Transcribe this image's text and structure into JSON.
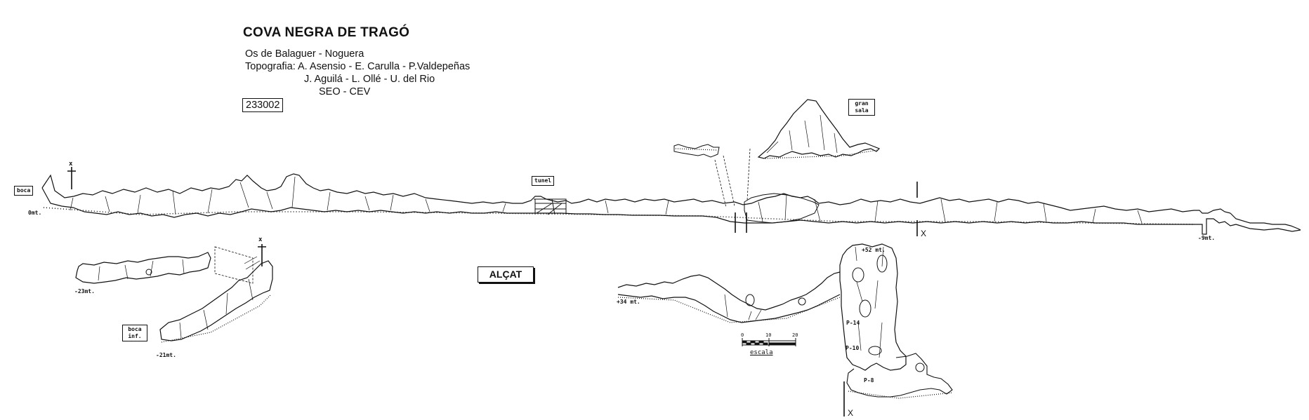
{
  "header": {
    "title": "COVA NEGRA DE TRAGÓ",
    "location": "Os de Balaguer  - Noguera",
    "topography_line1": "Topografia: A. Asensio - E. Carulla - P.Valdepeñas",
    "topography_line2": "J. Aguilá - L. Ollé - U. del Rio",
    "topography_line3": "SEO - CEV",
    "catalog_code": "233002"
  },
  "labels": {
    "boca": "boca",
    "tunel": "tunel",
    "gran_sala_1": "gran",
    "gran_sala_2": "sala",
    "boca_inf_1": "boca",
    "boca_inf_2": "inf.",
    "section_title": "ALÇAT",
    "escala": "escala"
  },
  "depths": {
    "zero": "0mt.",
    "minus9": "-9mt.",
    "minus23": "-23mt.",
    "minus21": "-21mt.",
    "plus34": "+34 mt.",
    "plus52": "+52 mt."
  },
  "shafts": {
    "p14": "P-14",
    "p10": "P-10",
    "p8": "P-8"
  },
  "markers": {
    "x_mark": "X",
    "x_small": "x"
  },
  "scale": {
    "ticks": [
      "0",
      "10",
      "20"
    ]
  },
  "colors": {
    "ink": "#111111",
    "paper": "#ffffff"
  }
}
